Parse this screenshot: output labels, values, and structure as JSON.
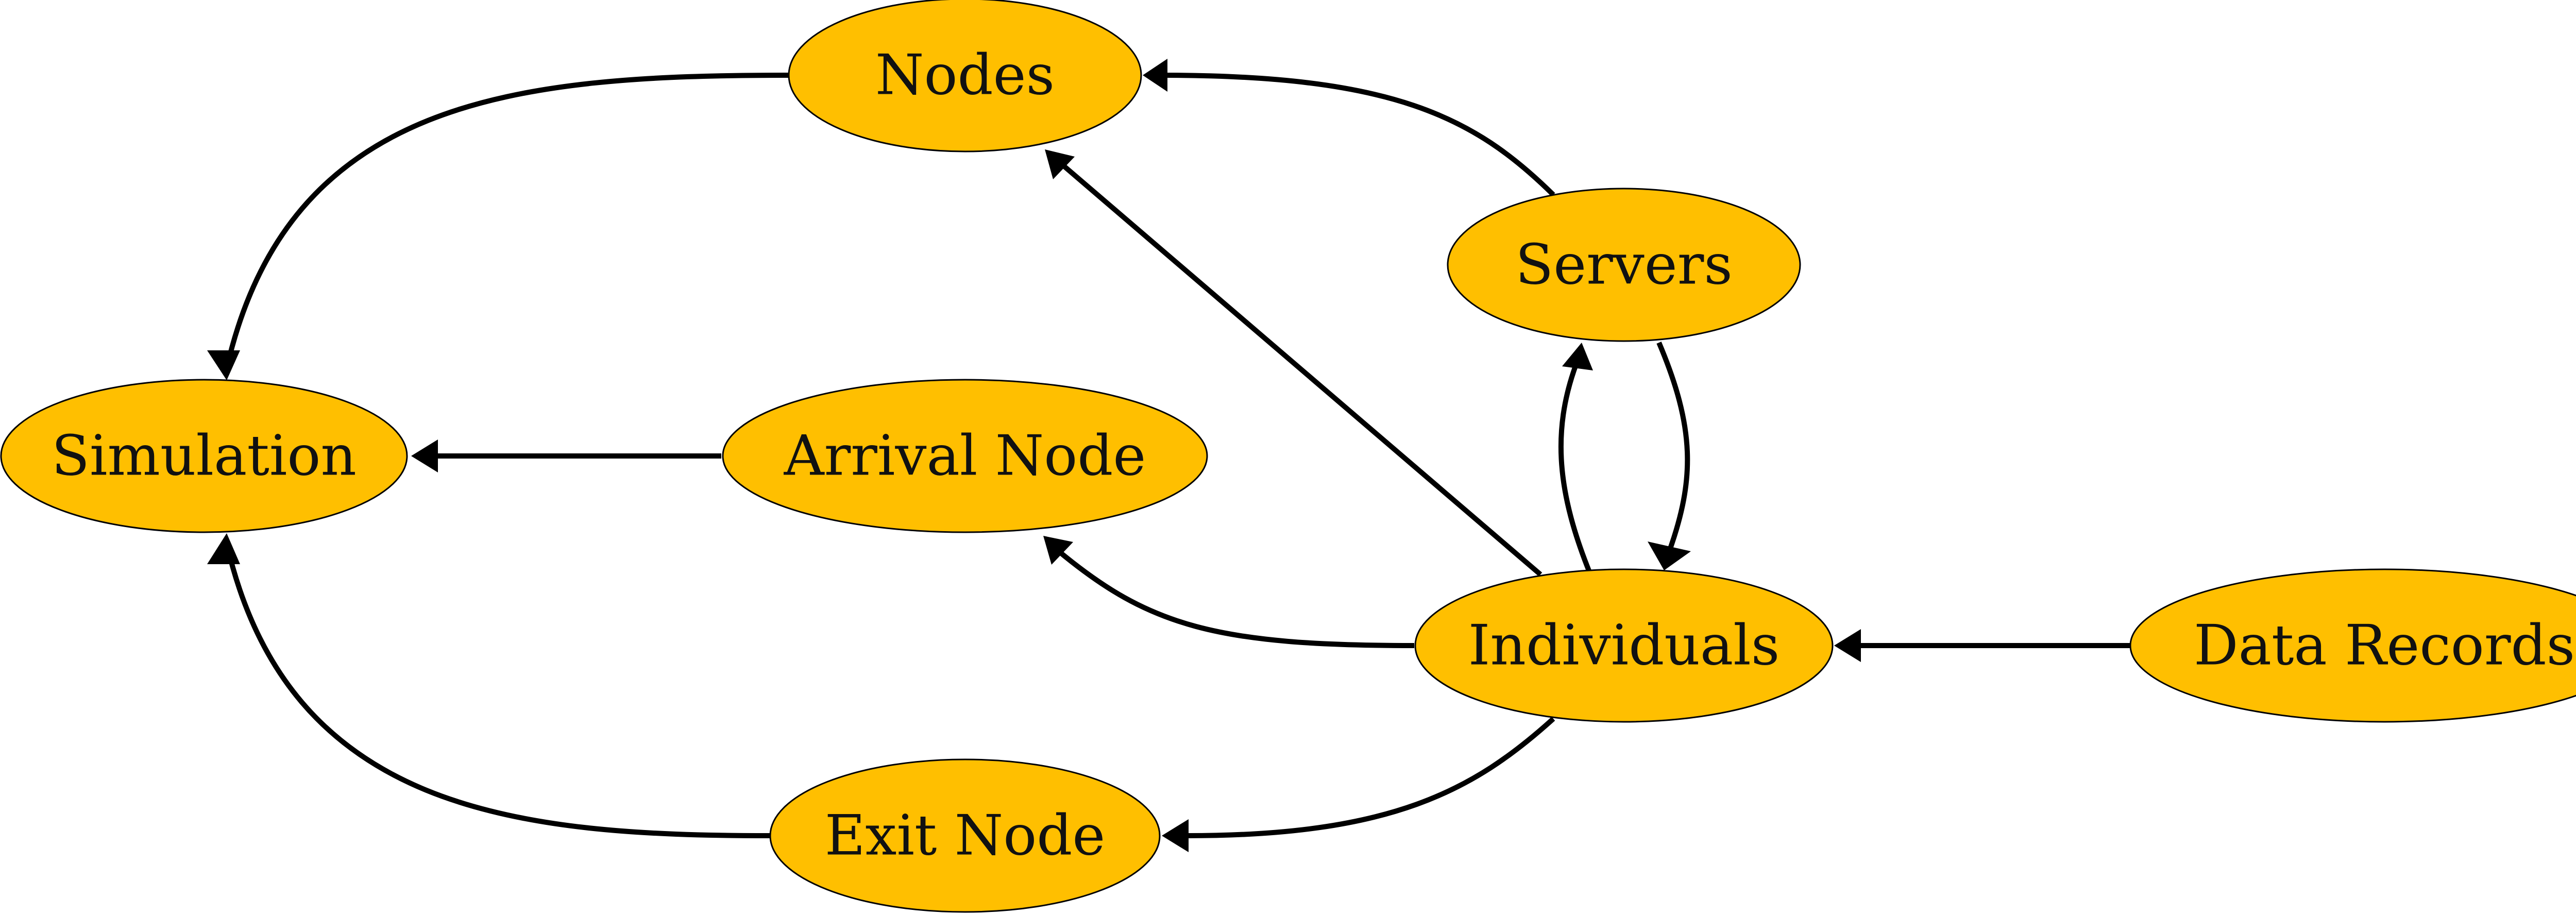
{
  "diagram": {
    "node_color": "#FFBF00",
    "edge_color": "#000000",
    "nodes": {
      "nodes": "Nodes",
      "servers": "Servers",
      "simulation": "Simulation",
      "arrival_node": "Arrival Node",
      "individuals": "Individuals",
      "data_records": "Data Records",
      "exit_node": "Exit Node"
    },
    "edges": [
      {
        "from": "nodes",
        "to": "simulation"
      },
      {
        "from": "servers",
        "to": "nodes"
      },
      {
        "from": "individuals",
        "to": "nodes"
      },
      {
        "from": "individuals",
        "to": "servers"
      },
      {
        "from": "servers",
        "to": "individuals"
      },
      {
        "from": "arrival_node",
        "to": "simulation"
      },
      {
        "from": "individuals",
        "to": "arrival_node"
      },
      {
        "from": "data_records",
        "to": "individuals"
      },
      {
        "from": "individuals",
        "to": "exit_node"
      },
      {
        "from": "exit_node",
        "to": "simulation"
      }
    ]
  }
}
